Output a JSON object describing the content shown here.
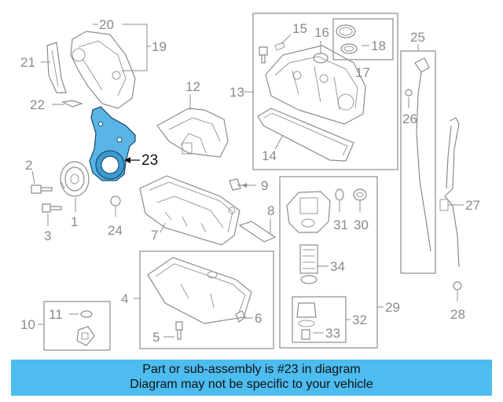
{
  "callouts": {
    "c1": "1",
    "c2": "2",
    "c3": "3",
    "c4": "4",
    "c5": "5",
    "c6": "6",
    "c7": "7",
    "c8": "8",
    "c9": "9",
    "c10": "10",
    "c11": "11",
    "c12": "12",
    "c13": "13",
    "c14": "14",
    "c15": "15",
    "c16": "16",
    "c17": "17",
    "c18": "18",
    "c19": "19",
    "c20": "20",
    "c21": "21",
    "c22": "22",
    "c23": "23",
    "c24": "24",
    "c25": "25",
    "c26": "26",
    "c27": "27",
    "c28": "28",
    "c29": "29",
    "c30": "30",
    "c31": "31",
    "c32": "32",
    "c33": "33",
    "c34": "34"
  },
  "highlighted_part": "23",
  "colors": {
    "highlight": "#5bb4e6",
    "banner": "#4dbcef",
    "line": "#8c8c8c"
  },
  "banner": {
    "line1": "Part or sub-assembly is #23 in diagram",
    "line2": "Diagram may not be specific to your vehicle"
  }
}
